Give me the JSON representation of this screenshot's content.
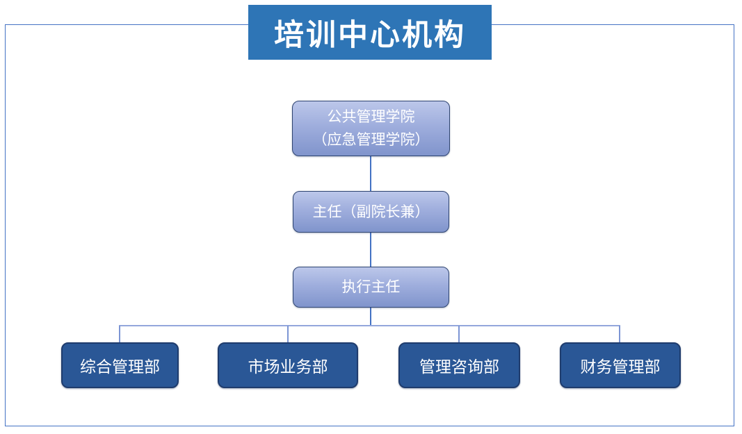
{
  "title": {
    "text": "培训中心机构"
  },
  "colors": {
    "banner_fill": "#2E75B6",
    "frame_border": "#4472C4",
    "mid_box_gradient_top": "#BCC7EA",
    "mid_box_gradient_bottom": "#8094CC",
    "mid_box_border": "#2E4470",
    "dept_box_fill": "#2A5796",
    "dept_box_border": "#1F3C6D",
    "connector": "#7C95D4",
    "text": "#FFFFFF"
  },
  "org_chart": {
    "root": {
      "line1": "公共管理学院",
      "line2": "（应急管理学院）"
    },
    "director": {
      "label": "主任（副院长兼）"
    },
    "executive": {
      "label": "执行主任"
    },
    "departments": [
      {
        "label": "综合管理部"
      },
      {
        "label": "市场业务部"
      },
      {
        "label": "管理咨询部"
      },
      {
        "label": "财务管理部"
      }
    ]
  }
}
